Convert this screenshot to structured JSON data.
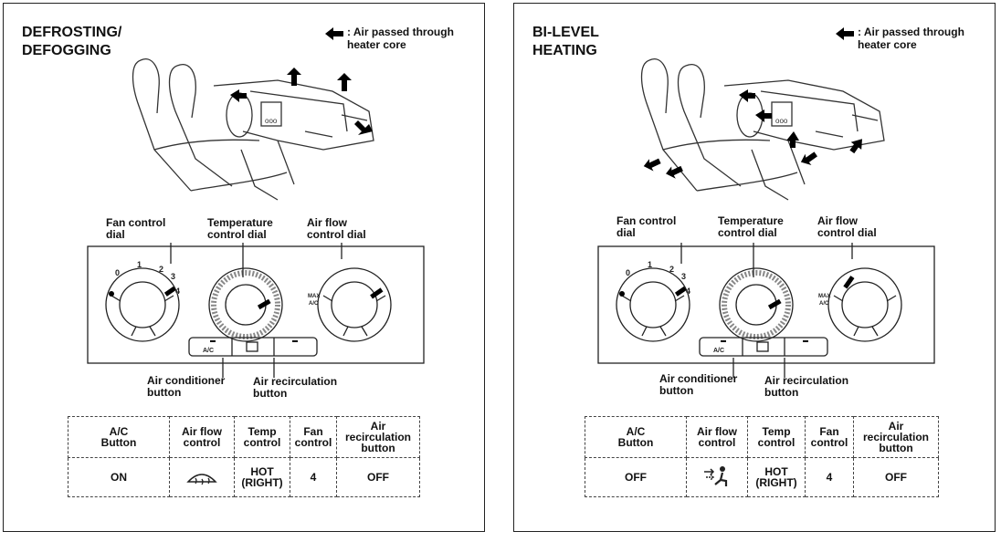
{
  "legend": {
    "text": ": Air passed through\nheater core"
  },
  "panels": [
    {
      "title": "DEFROSTING/\nDEFOGGING",
      "labels": {
        "fan_control_dial": "Fan control\ndial",
        "temperature_control_dial": "Temperature\ncontrol dial",
        "air_flow_control_dial": "Air flow\ncontrol dial",
        "air_conditioner_button": "Air conditioner\nbutton",
        "air_recirculation_button": "Air recirculation\nbutton"
      },
      "dial_marks": {
        "fan": [
          "0",
          "1",
          "2",
          "3",
          "4"
        ],
        "ac_button": "A/C",
        "max_ac": "MAX\nA/C"
      },
      "table": {
        "headers": [
          "A/C\nButton",
          "Air flow\ncontrol",
          "Temp\ncontrol",
          "Fan\ncontrol",
          "Air\nrecirculation\nbutton"
        ],
        "values": [
          "ON",
          "",
          "HOT\n(RIGHT)",
          "4",
          "OFF"
        ],
        "airflow_icon": "defrost-icon"
      }
    },
    {
      "title": "BI-LEVEL\nHEATING",
      "labels": {
        "fan_control_dial": "Fan control\ndial",
        "temperature_control_dial": "Temperature\ncontrol dial",
        "air_flow_control_dial": "Air flow\ncontrol dial",
        "air_conditioner_button": "Air conditioner\nbutton",
        "air_recirculation_button": "Air recirculation\nbutton"
      },
      "dial_marks": {
        "fan": [
          "0",
          "1",
          "2",
          "3",
          "4"
        ],
        "ac_button": "A/C",
        "max_ac": "MAX\nA/C"
      },
      "table": {
        "headers": [
          "A/C\nButton",
          "Air flow\ncontrol",
          "Temp\ncontrol",
          "Fan\ncontrol",
          "Air\nrecirculation\nbutton"
        ],
        "values": [
          "OFF",
          "",
          "HOT\n(RIGHT)",
          "4",
          "OFF"
        ],
        "airflow_icon": "bi-level-icon"
      }
    }
  ]
}
